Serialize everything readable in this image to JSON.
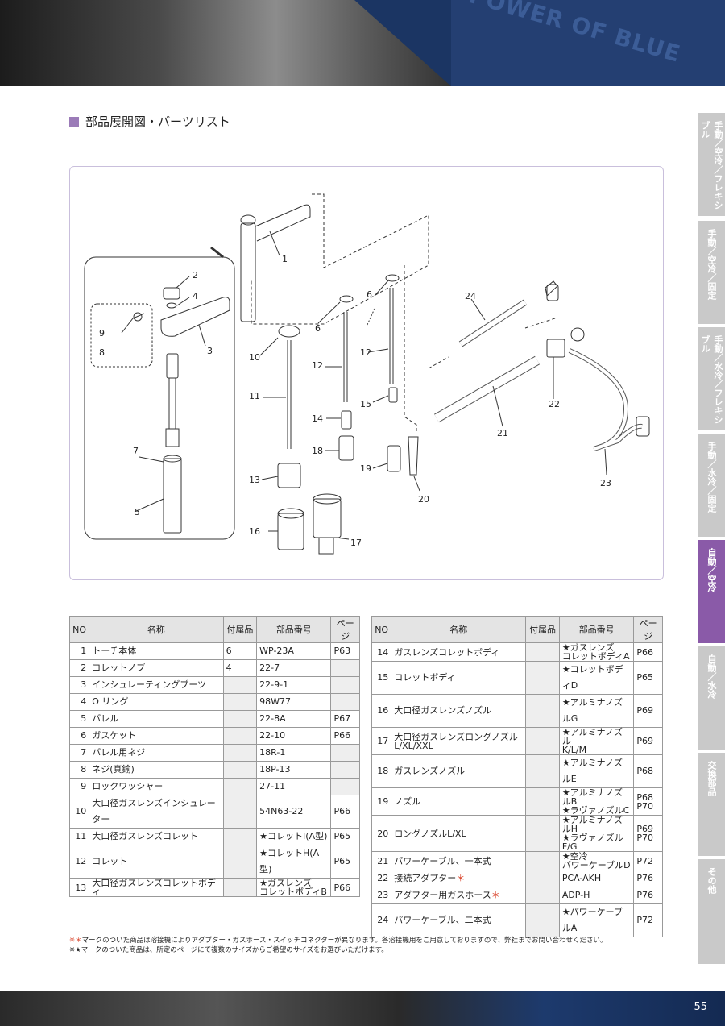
{
  "header": {
    "banner_text": "POWER OF BLUE"
  },
  "section_title": "部品展開図・パーツリスト",
  "diagram_labels": [
    "1",
    "2",
    "3",
    "4",
    "5",
    "6",
    "6",
    "7",
    "8",
    "9",
    "10",
    "11",
    "12",
    "12",
    "13",
    "14",
    "15",
    "16",
    "17",
    "18",
    "19",
    "20",
    "21",
    "22",
    "23",
    "24"
  ],
  "side_tabs": [
    "手動／空冷／フレキシブル",
    "手動／空冷／固定",
    "手動／水冷／フレキシブル",
    "手動／水冷／固定",
    "自動／空冷",
    "自動／水冷",
    "交換部品",
    "その他"
  ],
  "active_tab": "自動／空冷",
  "table_headers": {
    "no": "NO",
    "name": "名称",
    "accessory": "付属品",
    "part_no": "部品番号",
    "page": "ページ"
  },
  "table_left": [
    {
      "no": "1",
      "name": "トーチ本体",
      "acc": "6",
      "pn": "WP-23A",
      "pg": "P63"
    },
    {
      "no": "2",
      "name": "コレットノブ",
      "acc": "4",
      "pn": "22-7",
      "pg": ""
    },
    {
      "no": "3",
      "name": "インシュレーティングブーツ",
      "acc": "",
      "pn": "22-9-1",
      "pg": ""
    },
    {
      "no": "4",
      "name": "O リング",
      "acc": "",
      "pn": "98W77",
      "pg": ""
    },
    {
      "no": "5",
      "name": "バレル",
      "acc": "",
      "pn": "22-8A",
      "pg": "P67"
    },
    {
      "no": "6",
      "name": "ガスケット",
      "acc": "",
      "pn": "22-10",
      "pg": "P66"
    },
    {
      "no": "7",
      "name": "バレル用ネジ",
      "acc": "",
      "pn": "18R-1",
      "pg": ""
    },
    {
      "no": "8",
      "name": "ネジ(真鍮)",
      "acc": "",
      "pn": "18P-13",
      "pg": ""
    },
    {
      "no": "9",
      "name": "ロックワッシャー",
      "acc": "",
      "pn": "27-11",
      "pg": ""
    },
    {
      "no": "10",
      "name": "大口径ガスレンズインシュレーター",
      "acc": "",
      "pn": "54N63-22",
      "pg": "P66"
    },
    {
      "no": "11",
      "name": "大口径ガスレンズコレット",
      "acc": "",
      "pn": "★コレットI(A型)",
      "pg": "P65"
    },
    {
      "no": "12",
      "name": "コレット",
      "acc": "",
      "pn": "★コレットH(A型)",
      "pg": "P65"
    },
    {
      "no": "13",
      "name": "大口径ガスレンズコレットボディ",
      "acc": "",
      "pn": "★ガスレンズ\nコレットボディB",
      "pg": "P66"
    }
  ],
  "table_right": [
    {
      "no": "14",
      "name": "ガスレンズコレットボディ",
      "acc": "",
      "pn": "★ガスレンズ\nコレットボディA",
      "pg": "P66"
    },
    {
      "no": "15",
      "name": "コレットボディ",
      "acc": "",
      "pn": "★コレットボディD",
      "pg": "P65"
    },
    {
      "no": "16",
      "name": "大口径ガスレンズノズル",
      "acc": "",
      "pn": "★アルミナノズルG",
      "pg": "P69"
    },
    {
      "no": "17",
      "name": "大口径ガスレンズロングノズル\nL/XL/XXL",
      "acc": "",
      "pn": "★アルミナノズル\nK/L/M",
      "pg": "P69"
    },
    {
      "no": "18",
      "name": "ガスレンズノズル",
      "acc": "",
      "pn": "★アルミナノズルE",
      "pg": "P68"
    },
    {
      "no": "19",
      "name": "ノズル",
      "acc": "",
      "pn": "★アルミナノズルB\n★ラヴァノズルC",
      "pg": "P68\nP70"
    },
    {
      "no": "20",
      "name": "ロングノズルL/XL",
      "acc": "",
      "pn": "★アルミナノズルH\n★ラヴァノズルF/G",
      "pg": "P69\nP70"
    },
    {
      "no": "21",
      "name": "パワーケーブル、一本式",
      "acc": "",
      "pn": "★空冷\nパワーケーブルD",
      "pg": "P72"
    },
    {
      "no": "22",
      "name": "接続アダプター",
      "mark": "＊",
      "acc": "",
      "pn": "PCA-AKH",
      "pg": "P76"
    },
    {
      "no": "23",
      "name": "アダプター用ガスホース",
      "mark": "＊",
      "acc": "",
      "pn": "ADP-H",
      "pg": "P76"
    },
    {
      "no": "24",
      "name": "パワーケーブル、二本式",
      "acc": "",
      "pn": "★パワーケーブルA",
      "pg": "P72"
    }
  ],
  "footnotes": {
    "note1_mark": "※＊",
    "note1": "マークのついた商品は溶接機によりアダプター・ガスホース・スイッチコネクターが異なります。各溶接機用をご用意しておりますので、弊社までお問い合わせください。",
    "note2": "※★マークのついた商品は、所定のページにて複数のサイズからご希望のサイズをお選びいただけます。"
  },
  "page_number": "55",
  "colors": {
    "accent": "#8a5aa8",
    "tab_inactive": "#c9c9c9",
    "note_red": "#d9442b"
  }
}
